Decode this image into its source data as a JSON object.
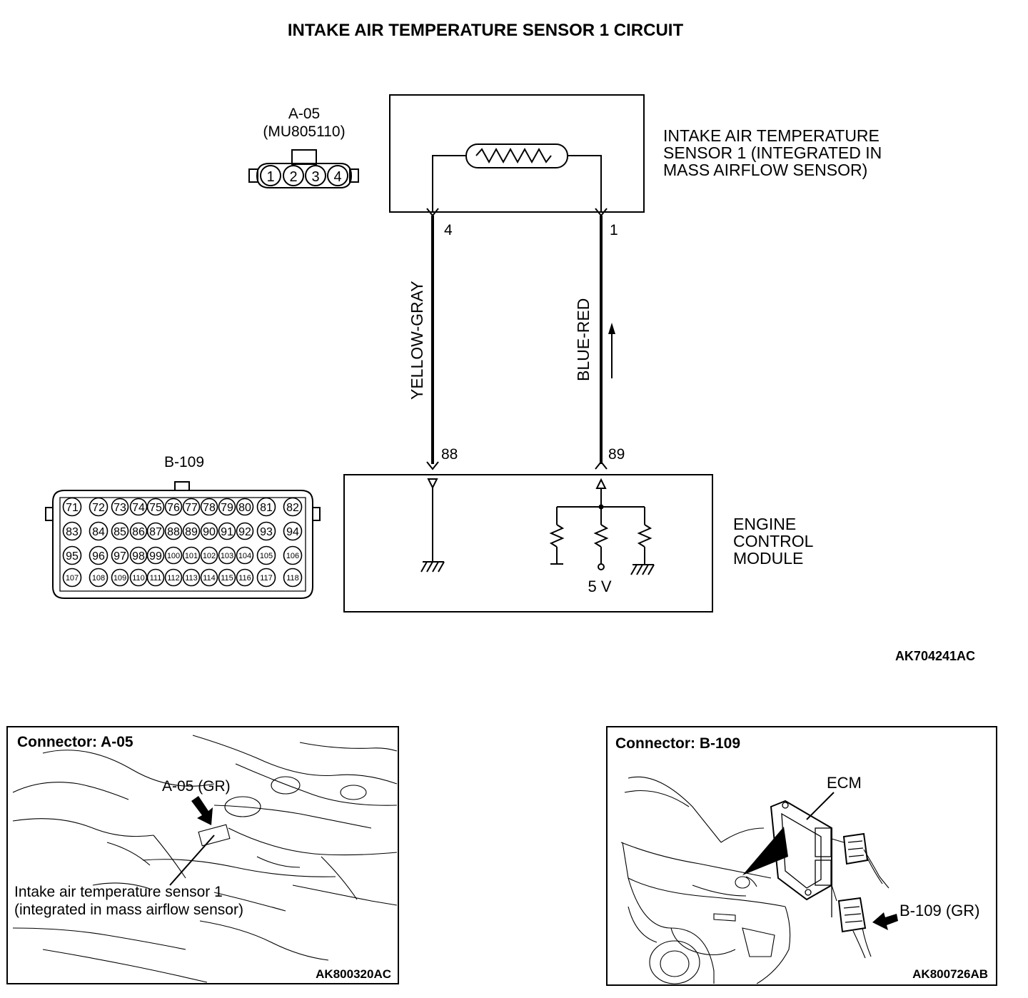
{
  "title": "INTAKE AIR TEMPERATURE SENSOR 1 CIRCUIT",
  "connector_a05": {
    "id": "A-05",
    "part": "(MU805110)",
    "pins": [
      "1",
      "2",
      "3",
      "4"
    ]
  },
  "sensor": {
    "line1": "INTAKE AIR TEMPERATURE",
    "line2": "SENSOR 1 (INTEGRATED IN",
    "line3": "MASS AIRFLOW SENSOR)"
  },
  "wires": {
    "left": {
      "sensor_pin": "4",
      "color": "YELLOW-GRAY",
      "ecm_pin": "88"
    },
    "right": {
      "sensor_pin": "1",
      "color": "BLUE-RED",
      "ecm_pin": "89"
    }
  },
  "ecm": {
    "line1": "ENGINE",
    "line2": "CONTROL",
    "line3": "MODULE",
    "voltage": "5 V"
  },
  "connector_b109": {
    "id": "B-109",
    "rows": [
      [
        "71",
        "72",
        "73",
        "74",
        "75",
        "76",
        "77",
        "78",
        "79",
        "80",
        "81",
        "82"
      ],
      [
        "83",
        "84",
        "85",
        "86",
        "87",
        "88",
        "89",
        "90",
        "91",
        "92",
        "93",
        "94"
      ],
      [
        "95",
        "96",
        "97",
        "98",
        "99",
        "100",
        "101",
        "102",
        "103",
        "104",
        "105",
        "106"
      ],
      [
        "107",
        "108",
        "109",
        "110",
        "111",
        "112",
        "113",
        "114",
        "115",
        "116",
        "117",
        "118"
      ]
    ]
  },
  "diagram_code": "AK704241AC",
  "panel_a05": {
    "title": "Connector: A-05",
    "callout": "A-05 (GR)",
    "caption1": "Intake air temperature sensor 1",
    "caption2": "(integrated in mass airflow sensor)",
    "code": "AK800320AC"
  },
  "panel_b109": {
    "title": "Connector: B-109",
    "ecm_label": "ECM",
    "callout": "B-109 (GR)",
    "code": "AK800726AB"
  }
}
